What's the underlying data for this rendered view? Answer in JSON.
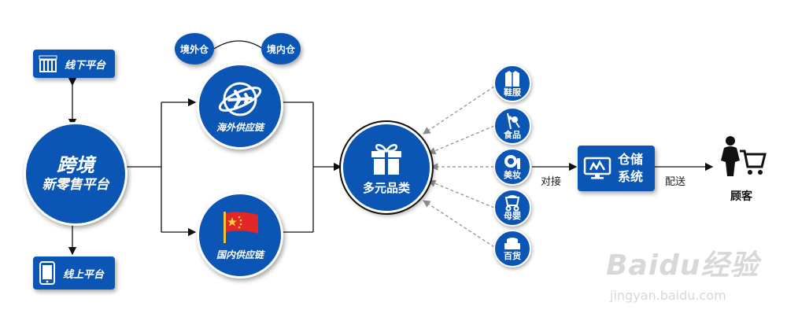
{
  "platform": {
    "line1": "跨境",
    "line2": "新零售平台"
  },
  "offline": {
    "label": "线下平台",
    "icon": "storefront-icon"
  },
  "online": {
    "label": "线上平台",
    "icon": "tablet-icon"
  },
  "warehouses": {
    "overseas": "境外仓",
    "domestic": "境内仓"
  },
  "overseas_chain": {
    "label": "海外供应链",
    "icon": "airplane-globe-icon"
  },
  "domestic_chain": {
    "label": "国内供应链",
    "icon": "china-flag-icon"
  },
  "hub": {
    "label": "多元品类",
    "icon": "gift-icon"
  },
  "categories": [
    {
      "label": "鞋服",
      "icon": "jacket-icon"
    },
    {
      "label": "食品",
      "icon": "food-icon"
    },
    {
      "label": "美妆",
      "icon": "cosmetics-icon"
    },
    {
      "label": "母婴",
      "icon": "stroller-icon"
    },
    {
      "label": "百货",
      "icon": "sofa-icon"
    }
  ],
  "connect_label": "对接",
  "warehouse_system": {
    "line1": "仓储",
    "line2": "系统",
    "icon": "monitor-icon"
  },
  "delivery_label": "配送",
  "customer": {
    "label": "顾客",
    "icon": "shopper-cart-icon"
  },
  "watermark": {
    "brand": "Baidu经验",
    "url": "jingyan.baidu.com"
  },
  "colors": {
    "primary": "#0b56b5",
    "line": "#111111",
    "dashed": "#8c8c8c"
  }
}
